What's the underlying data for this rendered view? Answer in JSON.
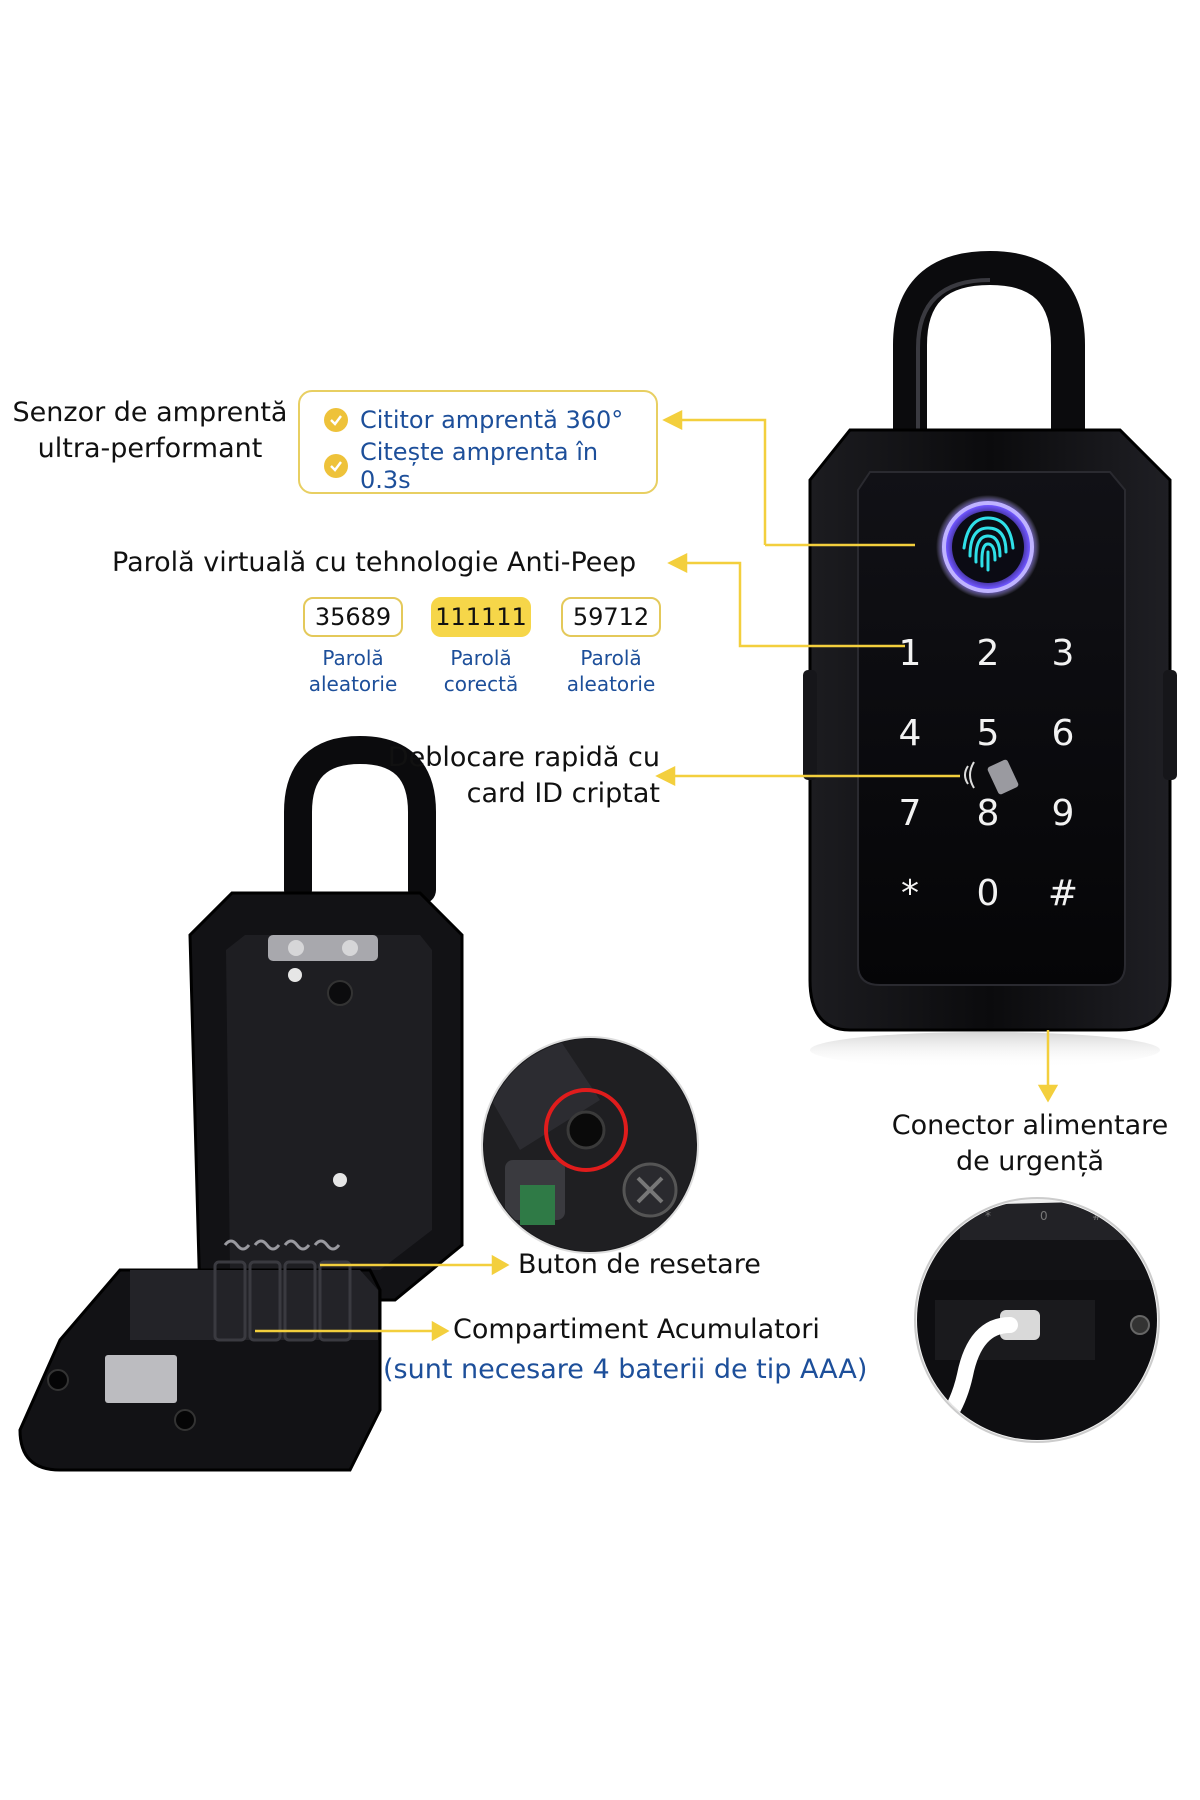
{
  "fingerprint_sensor": {
    "label_line1": "Senzor de amprentă",
    "label_line2": "ultra-performant",
    "features": [
      "Cititor amprentă 360°",
      "Citește amprenta în 0.3s"
    ]
  },
  "anti_peep": {
    "label": "Parolă virtuală cu tehnologie Anti-Peep",
    "pins": [
      {
        "code": "35689",
        "caption_line1": "Parolă",
        "caption_line2": "aleatorie"
      },
      {
        "code": "111111",
        "caption_line1": "Parolă",
        "caption_line2": "corectă"
      },
      {
        "code": "59712",
        "caption_line1": "Parolă",
        "caption_line2": "aleatorie"
      }
    ]
  },
  "id_card": {
    "label_line1": "Deblocare rapidă cu",
    "label_line2": "card ID criptat"
  },
  "keypad": {
    "keys": [
      "1",
      "2",
      "3",
      "4",
      "5",
      "6",
      "7",
      "8",
      "9",
      "*",
      "0",
      "#"
    ]
  },
  "emergency_power": {
    "label_line1": "Conector alimentare",
    "label_line2": "de urgență"
  },
  "reset_button": {
    "label": "Buton de resetare"
  },
  "battery": {
    "label": "Compartiment Acumulatori",
    "note": "(sunt necesare 4 baterii de tip AAA)"
  },
  "colors": {
    "accent_yellow": "#f3cf3d",
    "text_blue": "#1d4f9a",
    "device_black": "#0d0d0f",
    "fingerprint_cyan": "#2fe0e8"
  }
}
